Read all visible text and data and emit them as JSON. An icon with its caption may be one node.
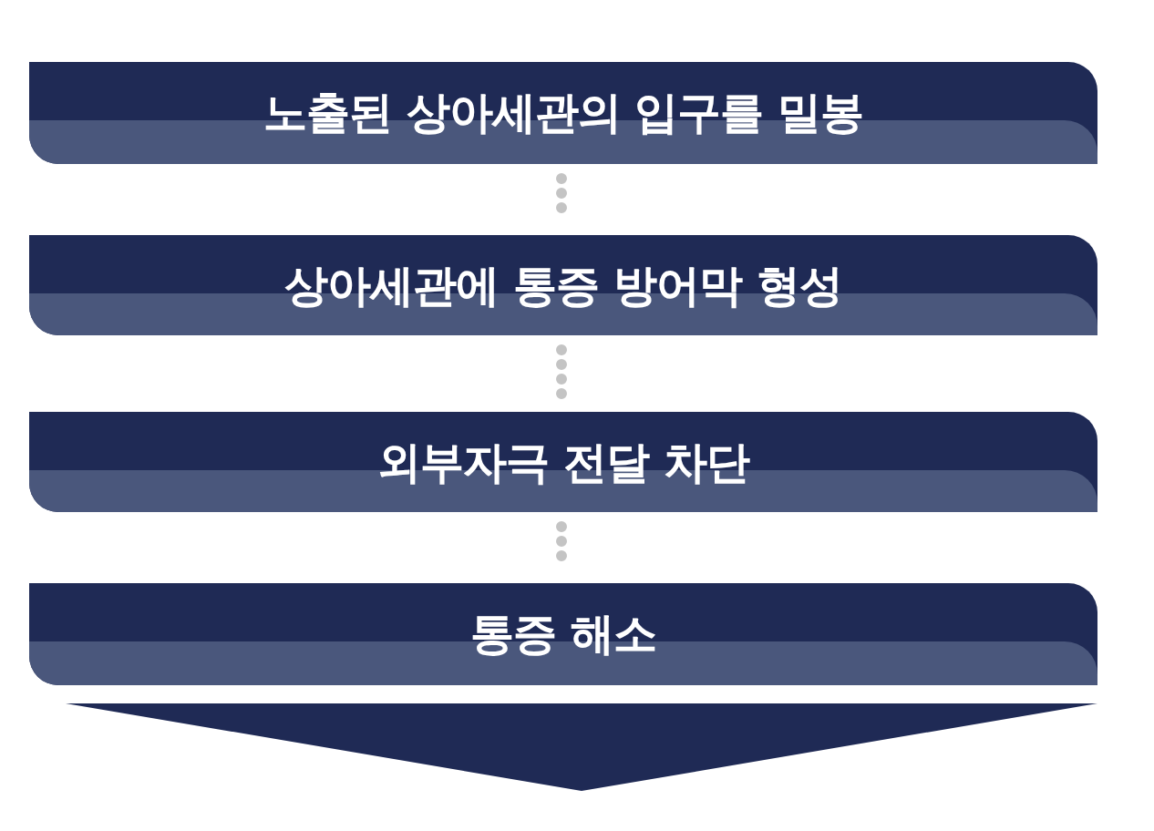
{
  "diagram": {
    "nodes": [
      {
        "text": [
          "노출된 상아세관의 입구를 밀봉"
        ]
      },
      {
        "text": [
          "상아세관에 통증 방어막 형성"
        ]
      },
      {
        "text": [
          "외부자극 전달 차단"
        ]
      },
      {
        "text": [
          "통증 해소"
        ]
      },
      {
        "text": [],
        "shape": "triangle"
      }
    ],
    "edges": [
      {
        "from": 0,
        "to": 1,
        "arrow": "none",
        "style": "dashed"
      },
      {
        "from": 1,
        "to": 2,
        "arrow": "none",
        "style": "dashed"
      },
      {
        "from": 2,
        "to": 3,
        "arrow": "none",
        "style": "dashed"
      }
    ]
  }
}
